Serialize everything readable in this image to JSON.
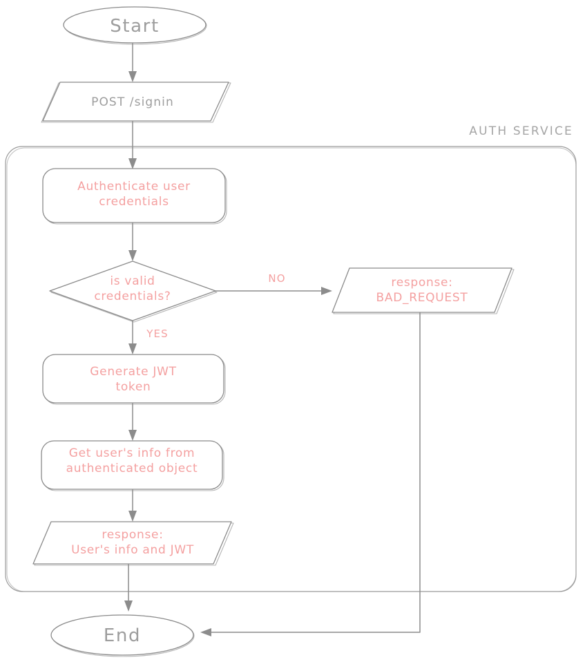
{
  "diagram": {
    "title_visible": false,
    "group": {
      "label": "AUTH SERVICE",
      "color": "#a5a5a5"
    },
    "colors": {
      "stroke": "#8a8a8a",
      "edge": "#8c8c8c",
      "terminal_text": "#9d9d9d",
      "io_text_outside": "#9d9d9d",
      "node_text": "#f4a0a0",
      "background": "#ffffff"
    },
    "nodes": [
      {
        "id": "start",
        "shape": "ellipse",
        "label": "Start",
        "text_color": "#9d9d9d"
      },
      {
        "id": "post-signin",
        "shape": "parallelogram",
        "label": "POST /signin",
        "text_color": "#9d9d9d"
      },
      {
        "id": "authenticate",
        "shape": "rounded-rect",
        "label": "Authenticate user\ncredentials",
        "text_color": "#f4a0a0"
      },
      {
        "id": "is-valid",
        "shape": "diamond",
        "label": "is valid\ncredentials?",
        "text_color": "#f4a0a0"
      },
      {
        "id": "bad-request",
        "shape": "parallelogram",
        "label": "response:\nBAD_REQUEST",
        "text_color": "#f4a0a0"
      },
      {
        "id": "generate-jwt",
        "shape": "rounded-rect",
        "label": "Generate JWT\ntoken",
        "text_color": "#f4a0a0"
      },
      {
        "id": "get-user-info",
        "shape": "rounded-rect",
        "label": "Get user's info from\nauthenticated object",
        "text_color": "#f4a0a0"
      },
      {
        "id": "response-success",
        "shape": "parallelogram",
        "label": "response:\nUser's info and JWT",
        "text_color": "#f4a0a0"
      },
      {
        "id": "end",
        "shape": "ellipse",
        "label": "End",
        "text_color": "#9d9d9d"
      }
    ],
    "edges": [
      {
        "id": "e1",
        "from": "start",
        "to": "post-signin",
        "label": ""
      },
      {
        "id": "e2",
        "from": "post-signin",
        "to": "authenticate",
        "label": ""
      },
      {
        "id": "e3",
        "from": "authenticate",
        "to": "is-valid",
        "label": ""
      },
      {
        "id": "e4",
        "from": "is-valid",
        "to": "bad-request",
        "label": "NO",
        "label_color": "#f4a0a0"
      },
      {
        "id": "e5",
        "from": "is-valid",
        "to": "generate-jwt",
        "label": "YES",
        "label_color": "#f4a0a0"
      },
      {
        "id": "e6",
        "from": "generate-jwt",
        "to": "get-user-info",
        "label": ""
      },
      {
        "id": "e7",
        "from": "get-user-info",
        "to": "response-success",
        "label": ""
      },
      {
        "id": "e8",
        "from": "response-success",
        "to": "end",
        "label": ""
      },
      {
        "id": "e9",
        "from": "bad-request",
        "to": "end",
        "label": ""
      }
    ]
  }
}
